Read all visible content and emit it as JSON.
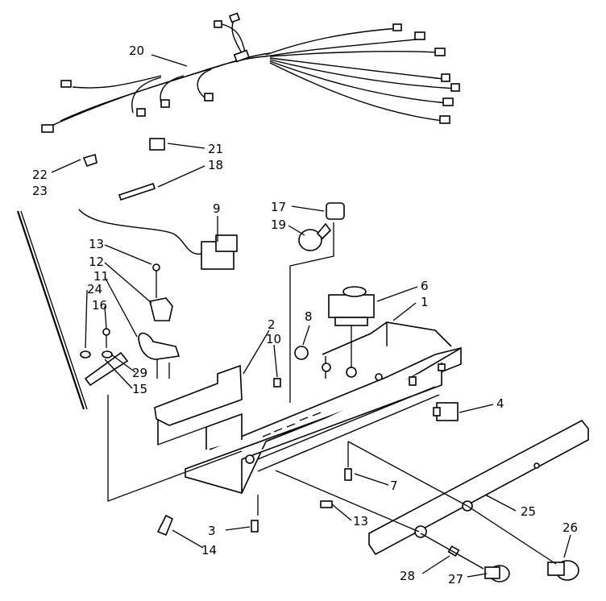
{
  "callouts": [
    {
      "id": "20",
      "text": "20"
    },
    {
      "id": "21",
      "text": "21"
    },
    {
      "id": "22",
      "text": "22"
    },
    {
      "id": "23",
      "text": "23"
    },
    {
      "id": "18",
      "text": "18"
    },
    {
      "id": "9",
      "text": "9"
    },
    {
      "id": "17",
      "text": "17"
    },
    {
      "id": "19",
      "text": "19"
    },
    {
      "id": "13a",
      "text": "13"
    },
    {
      "id": "12",
      "text": "12"
    },
    {
      "id": "11",
      "text": "11"
    },
    {
      "id": "24",
      "text": "24"
    },
    {
      "id": "16",
      "text": "16"
    },
    {
      "id": "6",
      "text": "6"
    },
    {
      "id": "1",
      "text": "1"
    },
    {
      "id": "8",
      "text": "8"
    },
    {
      "id": "2",
      "text": "2"
    },
    {
      "id": "10",
      "text": "10"
    },
    {
      "id": "29",
      "text": "29"
    },
    {
      "id": "15",
      "text": "15"
    },
    {
      "id": "4",
      "text": "4"
    },
    {
      "id": "7",
      "text": "7"
    },
    {
      "id": "13b",
      "text": "13"
    },
    {
      "id": "25",
      "text": "25"
    },
    {
      "id": "3",
      "text": "3"
    },
    {
      "id": "14",
      "text": "14"
    },
    {
      "id": "26",
      "text": "26"
    },
    {
      "id": "28",
      "text": "28"
    },
    {
      "id": "27",
      "text": "27"
    }
  ]
}
